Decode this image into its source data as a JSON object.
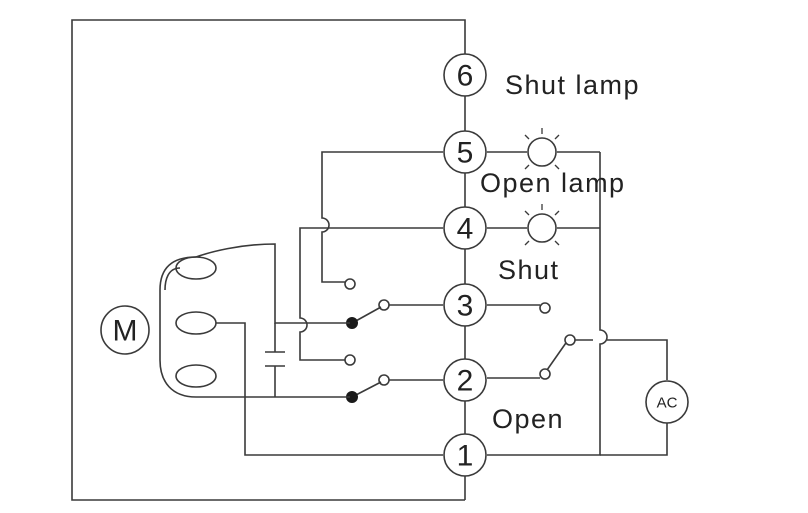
{
  "diagram": {
    "terminals": [
      "6",
      "5",
      "4",
      "3",
      "2",
      "1"
    ],
    "labels": {
      "shut_lamp": "Shut lamp",
      "open_lamp": "Open lamp",
      "shut": "Shut",
      "open": "Open"
    },
    "motor_label": "M",
    "power_label": "AC",
    "line_color": "#3a3a3a"
  }
}
